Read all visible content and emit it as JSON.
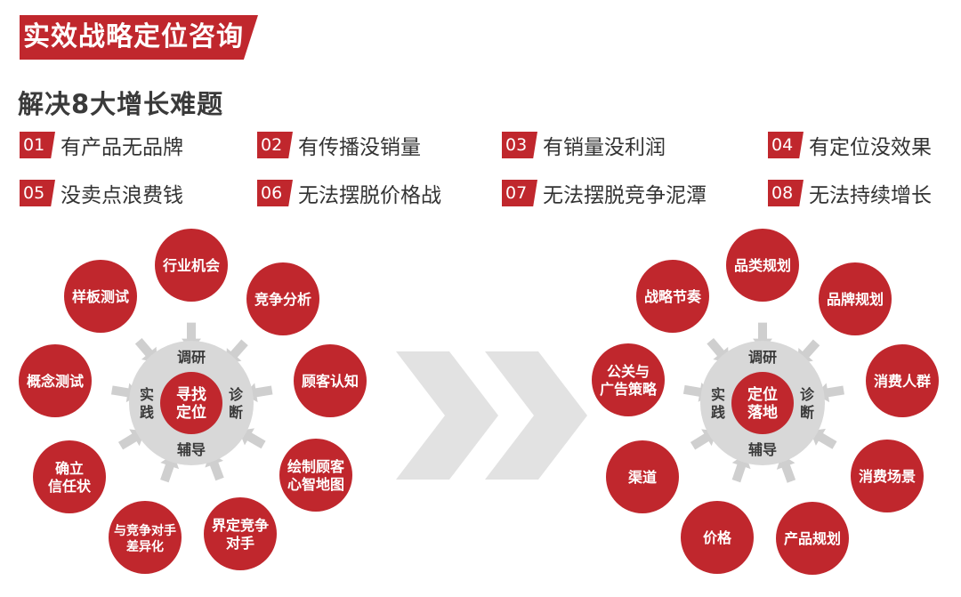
{
  "header": {
    "title": "实效战略定位咨询",
    "subtitle": "解决8大增长难题"
  },
  "problems": [
    {
      "num": "01",
      "text": "有产品无品牌"
    },
    {
      "num": "02",
      "text": "有传播没销量"
    },
    {
      "num": "03",
      "text": "有销量没利润"
    },
    {
      "num": "04",
      "text": "有定位没效果"
    },
    {
      "num": "05",
      "text": " 没卖点浪费钱"
    },
    {
      "num": "06",
      "text": "无法摆脱价格战"
    },
    {
      "num": "07",
      "text": "无法摆脱竞争泥潭"
    },
    {
      "num": "08",
      "text": "无法持续增长"
    }
  ],
  "left_wheel": {
    "center": [
      "寻找",
      "定位"
    ],
    "hub": {
      "top": "调研",
      "bottom": "辅导",
      "left": [
        "实",
        "践"
      ],
      "right": [
        "诊",
        "断"
      ]
    },
    "nodes": [
      {
        "lines": [
          "行业机会"
        ]
      },
      {
        "lines": [
          "竞争分析"
        ]
      },
      {
        "lines": [
          "顾客认知"
        ]
      },
      {
        "lines": [
          "绘制顾客",
          "心智地图"
        ]
      },
      {
        "lines": [
          "界定竞争",
          "对手"
        ]
      },
      {
        "lines": [
          "与竞争对手",
          "差异化"
        ]
      },
      {
        "lines": [
          "确立",
          "信任状"
        ]
      },
      {
        "lines": [
          "概念测试"
        ]
      },
      {
        "lines": [
          "样板测试"
        ]
      }
    ]
  },
  "right_wheel": {
    "center": [
      "定位",
      "落地"
    ],
    "hub": {
      "top": "调研",
      "bottom": "辅导",
      "left": [
        "实",
        "践"
      ],
      "right": [
        "诊",
        "断"
      ]
    },
    "nodes": [
      {
        "lines": [
          "品类规划"
        ]
      },
      {
        "lines": [
          "品牌规划"
        ]
      },
      {
        "lines": [
          "消费人群"
        ]
      },
      {
        "lines": [
          "消费场景"
        ]
      },
      {
        "lines": [
          "产品规划"
        ]
      },
      {
        "lines": [
          "价格"
        ]
      },
      {
        "lines": [
          "渠道"
        ]
      },
      {
        "lines": [
          "公关与",
          "广告策略"
        ]
      },
      {
        "lines": [
          "战略节奏"
        ]
      }
    ]
  },
  "colors": {
    "accent": "#c0272d",
    "hub": "#d8d8d8",
    "arrow": "#cfcfcf",
    "chevron": "#e0e0e0"
  }
}
